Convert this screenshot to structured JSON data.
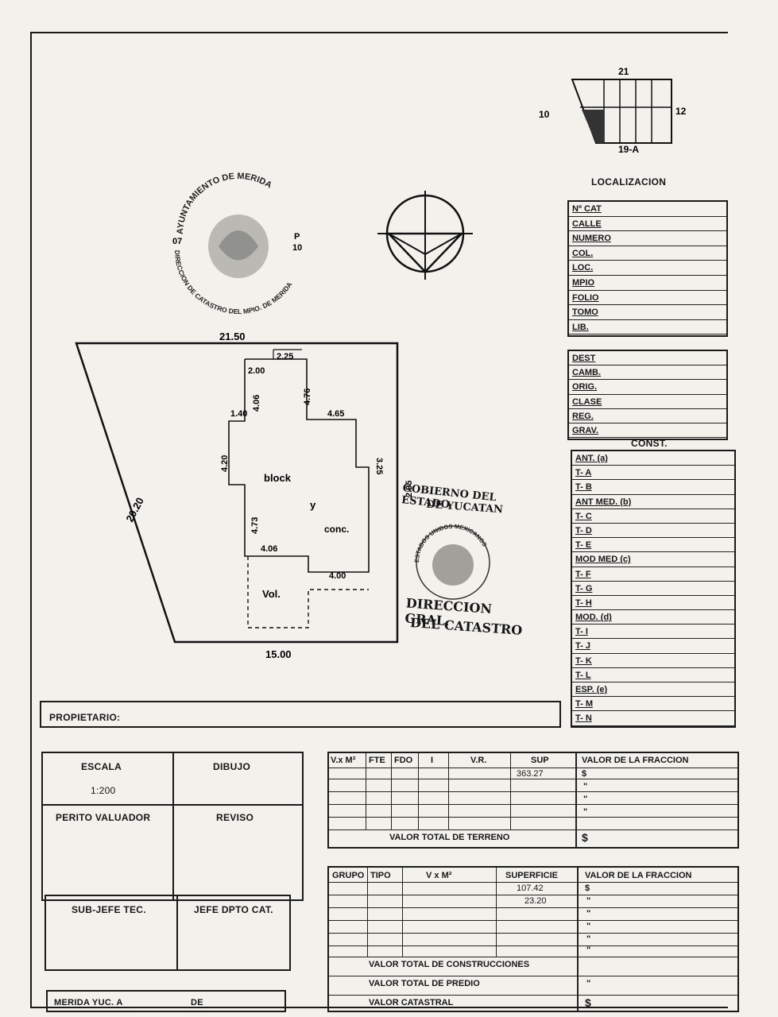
{
  "key_map": {
    "top": "21",
    "left": "10",
    "right": "12",
    "bottom": "19-A"
  },
  "stamp_ayuntamiento": {
    "top_text": "AYUNTAMIENTO DE MERIDA",
    "bottom_text": "DIRECCION DE CATASTRO DEL MPIO. DE MERIDA",
    "left_code": "07",
    "right_code_top": "P",
    "right_code_bottom": "10"
  },
  "localizacion": {
    "title": "LOCALIZACION",
    "fields": [
      "Nº CAT",
      "CALLE",
      "NUMERO",
      "COL.",
      "LOC.",
      "MPIO",
      "FOLIO",
      "TOMO",
      "LIB."
    ]
  },
  "destino": {
    "fields": [
      "DEST",
      "CAMB.",
      "ORIG.",
      "CLASE",
      "REG.",
      "GRAV."
    ]
  },
  "const": {
    "title": "CONST.",
    "rows": [
      "ANT. (a)",
      "T- A",
      "T- B",
      "ANT MED. (b)",
      "T- C",
      "T- D",
      "T- E",
      "MOD MED (c)",
      "T- F",
      "T- G",
      "T- H",
      "MOD. (d)",
      "T- I",
      "T- J",
      "T- K",
      "T- L",
      "ESP. (e)",
      "T- M",
      "T- N"
    ]
  },
  "plan": {
    "top_dim": "21.50",
    "diag_dim": "20.20",
    "bottom_dim": "15.00",
    "dims": [
      "2.25",
      "2.00",
      "4.06",
      "4.76",
      "1.40",
      "4.65",
      "3.25",
      "4.20",
      "4.73",
      "4.06",
      "4.00",
      "2.95"
    ],
    "label_block": "block",
    "label_y": "y",
    "label_conc": "conc.",
    "label_vol": "Vol."
  },
  "stamp_gobierno": {
    "line1": "GOBIERNO DEL ESTADO",
    "line2": "DE YUCATAN",
    "ring": "ESTADOS UNIDOS MEXICANOS",
    "line3": "DIRECCION GRAL.",
    "line4": "DEL CATASTRO"
  },
  "propietario": {
    "label": "PROPIETARIO:"
  },
  "left_block": {
    "escala_label": "ESCALA",
    "escala_value": "1:200",
    "dibujo": "DIBUJO",
    "perito": "PERITO VALUADOR",
    "reviso": "REVISO",
    "subjefe": "SUB-JEFE TEC.",
    "jefe": "JEFE DPTO CAT.",
    "merida": "MERIDA YUC. A",
    "de": "DE"
  },
  "terreno_table": {
    "headers": [
      "V.x M²",
      "FTE",
      "FDO",
      "I",
      "V.R.",
      "SUP",
      "VALOR DE LA FRACCION"
    ],
    "sup_value": "363.27",
    "marks": [
      "$",
      "\"",
      "\"",
      "\""
    ],
    "total_label": "VALOR TOTAL DE TERRENO",
    "total_mark": "$"
  },
  "construcciones_table": {
    "headers": [
      "GRUPO",
      "TIPO",
      "V x M²",
      "SUPERFICIE",
      "VALOR DE LA FRACCION"
    ],
    "superficies": [
      "107.42",
      "23.20"
    ],
    "marks": [
      "$",
      "\"",
      "\"",
      "\"",
      "\"",
      "\""
    ],
    "total_const": "VALOR TOTAL DE CONSTRUCCIONES",
    "total_predio": "VALOR TOTAL DE PREDIO",
    "catastral": "VALOR CATASTRAL",
    "predio_mark": "\"",
    "catastral_mark": "$"
  }
}
